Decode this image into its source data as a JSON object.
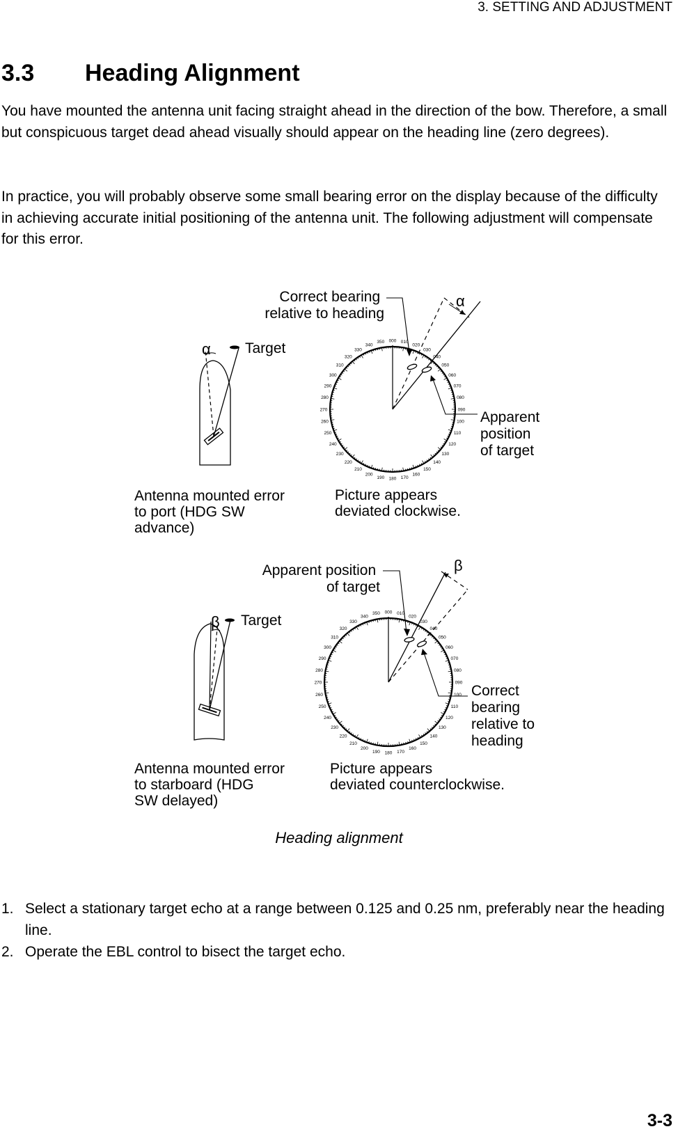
{
  "header": {
    "running_title": "3. SETTING AND ADJUSTMENT"
  },
  "section": {
    "number": "3.3",
    "title": "Heading Alignment"
  },
  "paragraphs": [
    "You have mounted the antenna unit facing straight ahead in the direction of the bow. Therefore, a small but conspicuous target dead ahead visually should appear on the heading line (zero degrees).",
    "In practice, you will probably observe some small bearing error on the display because of the difficulty in achieving accurate initial positioning of the antenna unit. The following adjustment will compensate for this error."
  ],
  "figure": {
    "caption": "Heading alignment",
    "top_panel": {
      "greek": "α",
      "target_label": "Target",
      "correct_bearing_label": [
        "Correct bearing",
        "relative to heading"
      ],
      "apparent_position_label": [
        "Apparent",
        "position",
        "of target"
      ],
      "ship_caption": [
        "Antenna mounted error",
        "to port (HDG SW",
        "advance)"
      ],
      "display_caption": [
        "Picture appears",
        "deviated clockwise."
      ]
    },
    "bottom_panel": {
      "greek": "β",
      "target_label": "Target",
      "apparent_position_label": [
        "Apparent position",
        "of target"
      ],
      "correct_bearing_label": [
        "Correct",
        "bearing",
        "relative to",
        "heading"
      ],
      "ship_caption": [
        "Antenna mounted error",
        "to starboard (HDG",
        "SW delayed)"
      ],
      "display_caption": [
        "Picture appears",
        "deviated counterclockwise."
      ]
    },
    "bearing_scale": [
      "000",
      "010",
      "020",
      "030",
      "040",
      "050",
      "060",
      "070",
      "080",
      "090",
      "100",
      "110",
      "120",
      "130",
      "140",
      "150",
      "160",
      "170",
      "180",
      "190",
      "200",
      "210",
      "220",
      "230",
      "240",
      "250",
      "260",
      "270",
      "280",
      "290",
      "300",
      "310",
      "320",
      "330",
      "340",
      "350"
    ]
  },
  "steps": [
    {
      "num": "1.",
      "text": "Select a stationary target echo at a range between 0.125 and 0.25 nm, preferably near the heading line."
    },
    {
      "num": "2.",
      "text": "Operate the EBL control to bisect the target echo."
    }
  ],
  "footer": {
    "page_number": "3-3"
  }
}
